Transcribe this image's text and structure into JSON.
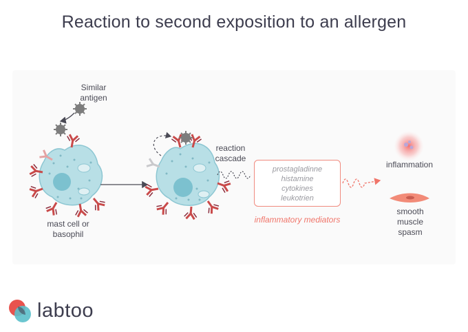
{
  "title": "Reaction to second exposition to an allergen",
  "diagram": {
    "similar_antigen": "Similar antigen",
    "cell_label": "mast cell or basophil",
    "reaction_cascade": "reaction cascade",
    "mediators": [
      "prostagladinne",
      "histamine",
      "cytokines",
      "leukotrien"
    ],
    "mediators_caption": "inflammatory mediators",
    "inflammation": "inflammation",
    "smooth_muscle": "smooth muscle spasm"
  },
  "colors": {
    "cell_fill": "#b8dfe6",
    "nucleus": "#7cc1cf",
    "antibody_red": "#c94a4a",
    "antibody_pink": "#e8a8a8",
    "antigen": "#7d7d7d",
    "accent": "#f08a7e"
  },
  "brand": {
    "name": "labtoo"
  }
}
